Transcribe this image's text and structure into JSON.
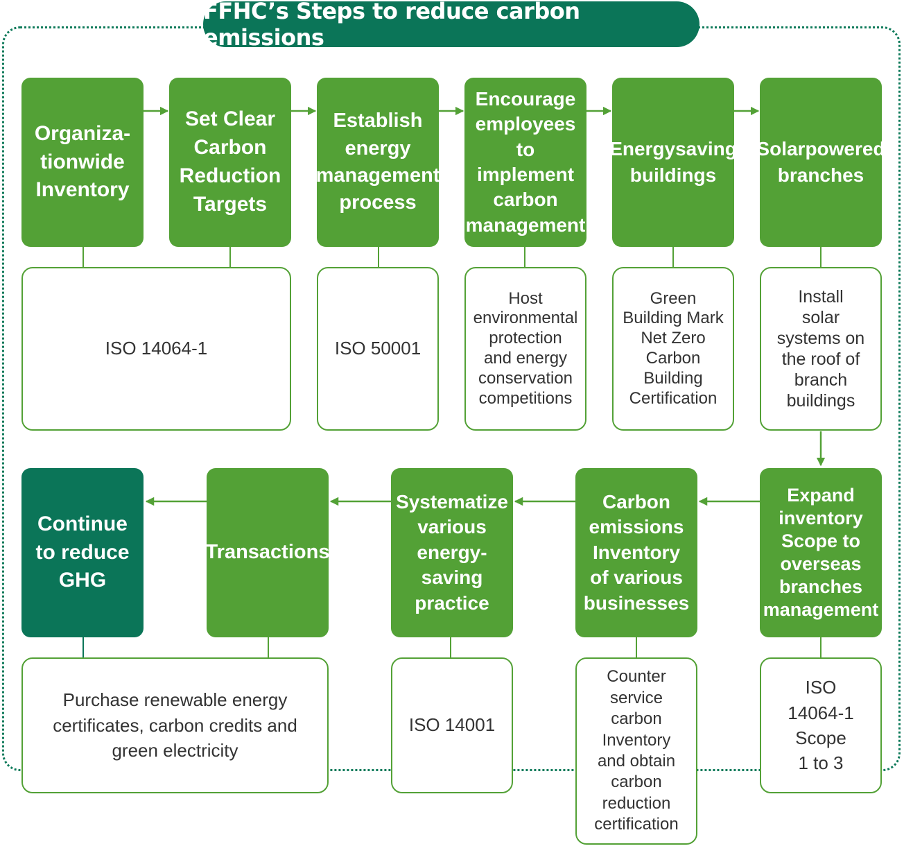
{
  "title": "FFHC’s Steps to reduce carbon emissions",
  "colors": {
    "green": "#53a136",
    "dark_green": "#0b7558",
    "text": "#333333"
  },
  "top_row": {
    "steps": [
      "Organiza-\ntionwide\nInventory",
      "Set Clear\nCarbon\nReduction\nTargets",
      "Establish\nenergy\nmanagement\nprocess",
      "Encourage\nemployees\nto implement\ncarbon\nmanagement",
      "Energysaving\nbuildings",
      "Solarpowered\nbranches"
    ],
    "details": [
      "ISO 14064-1",
      "ISO 50001",
      "Host\nenvironmental\nprotection\nand energy\nconservation\ncompetitions",
      "Green\nBuilding Mark\nNet Zero\nCarbon\nBuilding\nCertification",
      "Install\nsolar\nsystems on\nthe roof of\nbranch\nbuildings"
    ]
  },
  "bottom_row": {
    "steps": [
      "Continue\nto reduce\nGHG",
      "Transactions",
      "Systematize\nvarious\nenergy-\nsaving\npractice",
      "Carbon\nemissions\nInventory\nof various\nbusinesses",
      "Expand\ninventory\nScope to\noverseas\nbranches\nmanagement"
    ],
    "details": [
      "Purchase renewable energy\ncertificates, carbon credits and\ngreen electricity",
      "ISO 14001",
      "Counter\nservice\ncarbon\nInventory\nand obtain\ncarbon\nreduction\ncertification",
      "ISO\n14064-1\nScope\n1 to 3"
    ]
  }
}
